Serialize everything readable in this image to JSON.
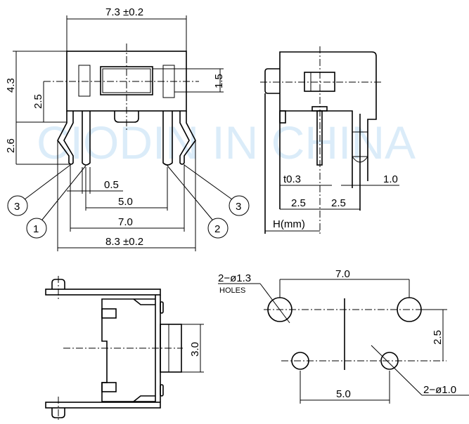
{
  "watermark": "CIODIN IN CHINA",
  "front_view": {
    "width_dim": "7.3 ±0.2",
    "height_dim": "4.3",
    "center_dim": "2.5",
    "button_dim": "1.5",
    "leg_dim": "2.6",
    "pin_dim": "0.5",
    "pitch_dim": "5.0",
    "leg_span_dim": "7.0",
    "overall_dim": "8.3 ±0.2",
    "pin_labels": [
      "3",
      "1",
      "2",
      "3"
    ]
  },
  "side_view": {
    "thickness_dim": "t0.3",
    "offset_dim": "1.0",
    "left_dim": "2.5",
    "right_dim": "2.5",
    "height_label": "H(mm)"
  },
  "bottom_view": {
    "button_dim": "3.0"
  },
  "footprint": {
    "large_hole_label": "2−ø1.3",
    "holes_label": "HOLES",
    "large_pitch_dim": "7.0",
    "row_dim": "2.5",
    "small_pitch_dim": "5.0",
    "small_hole_label": "2−ø1.0"
  }
}
